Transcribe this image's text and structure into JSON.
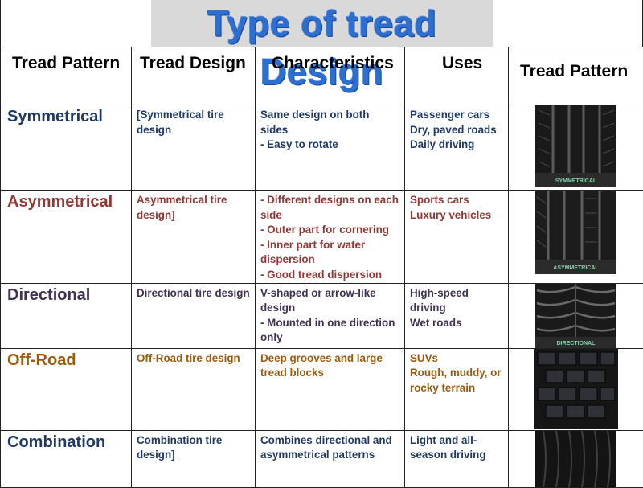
{
  "title": "Type of tread Design",
  "headers": [
    "Tread Pattern",
    "Tread Design",
    "Characteristics",
    "Uses",
    "Tread Pattern"
  ],
  "rows": [
    {
      "pattern": "Symmetrical",
      "design": [
        "[Symmetrical tire",
        "design"
      ],
      "characteristics": [
        "Same design on both sides",
        "- Easy to rotate"
      ],
      "uses": [
        "Passenger cars",
        "Dry, paved roads",
        "Daily driving"
      ],
      "image_label": "SYMMETRICAL",
      "color": "#1f3864"
    },
    {
      "pattern": "Asymmetrical",
      "design": [
        "Asymmetrical tire",
        "design]"
      ],
      "characteristics": [
        "- Different designs on each",
        "side",
        "- Outer part for cornering",
        "- Inner part for water",
        "dispersion",
        "- Good tread dispersion"
      ],
      "uses": [
        "Sports cars",
        "Luxury vehicles"
      ],
      "image_label": "ASYMMETRICAL",
      "color": "#943634"
    },
    {
      "pattern": "Directional",
      "design": [
        "Directional tire design"
      ],
      "characteristics": [
        "V-shaped or arrow-like",
        "design",
        "- Mounted in one direction",
        "only"
      ],
      "uses": [
        "High-speed",
        "driving",
        "Wet roads"
      ],
      "image_label": "DIRECTIONAL",
      "color": "#403152"
    },
    {
      "pattern": "Off-Road",
      "design": [
        "Off-Road tire design"
      ],
      "characteristics": [
        "Deep grooves and large",
        "tread blocks"
      ],
      "uses": [
        "SUVs",
        "Rough, muddy, or",
        "rocky terrain"
      ],
      "image_label": "",
      "color": "#9c5a0e"
    },
    {
      "pattern": "Combination",
      "design": [
        "Combination tire",
        "design]"
      ],
      "characteristics": [
        "Combines directional and",
        "asymmetrical patterns"
      ],
      "uses": [
        "Light and all-",
        "season driving"
      ],
      "image_label": "",
      "color": "#1f3864"
    }
  ]
}
